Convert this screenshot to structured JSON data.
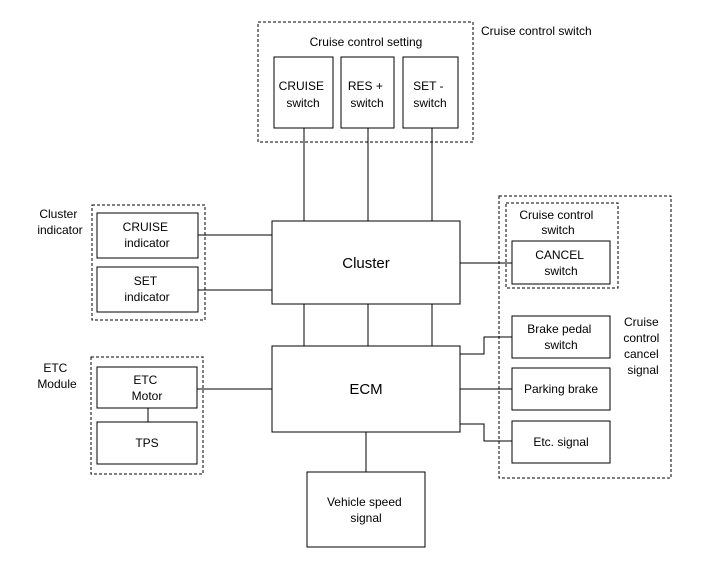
{
  "groups": {
    "cruise_switch_group": {
      "outer_label": "Cruise control switch",
      "inner_label": "Cruise control setting"
    },
    "cluster_indicator": {
      "label_lines": [
        "Cluster",
        "indicator"
      ]
    },
    "etc_module": {
      "label_lines": [
        "ETC",
        "Module"
      ]
    },
    "cancel_signal": {
      "label_lines": [
        "Cruise",
        "control",
        "cancel",
        "signal"
      ]
    },
    "cancel_switch_sub": {
      "label_lines": [
        "Cruise control",
        "switch"
      ]
    }
  },
  "boxes": {
    "cruise_switch": [
      "CRUISE",
      "switch"
    ],
    "res_switch": [
      "RES +",
      "switch"
    ],
    "set_switch": [
      "SET -",
      "switch"
    ],
    "cruise_indicator": [
      "CRUISE",
      "indicator"
    ],
    "set_indicator": [
      "SET",
      "indicator"
    ],
    "cluster": [
      "Cluster"
    ],
    "ecm": [
      "ECM"
    ],
    "etc_motor": [
      "ETC",
      "Motor"
    ],
    "tps": [
      "TPS"
    ],
    "cancel_switch": [
      "CANCEL",
      "switch"
    ],
    "brake_pedal_switch": [
      "Brake pedal",
      "switch"
    ],
    "parking_brake": [
      "Parking brake"
    ],
    "etc_signal": [
      "Etc. signal"
    ],
    "vehicle_speed": [
      "Vehicle speed",
      "signal"
    ]
  }
}
